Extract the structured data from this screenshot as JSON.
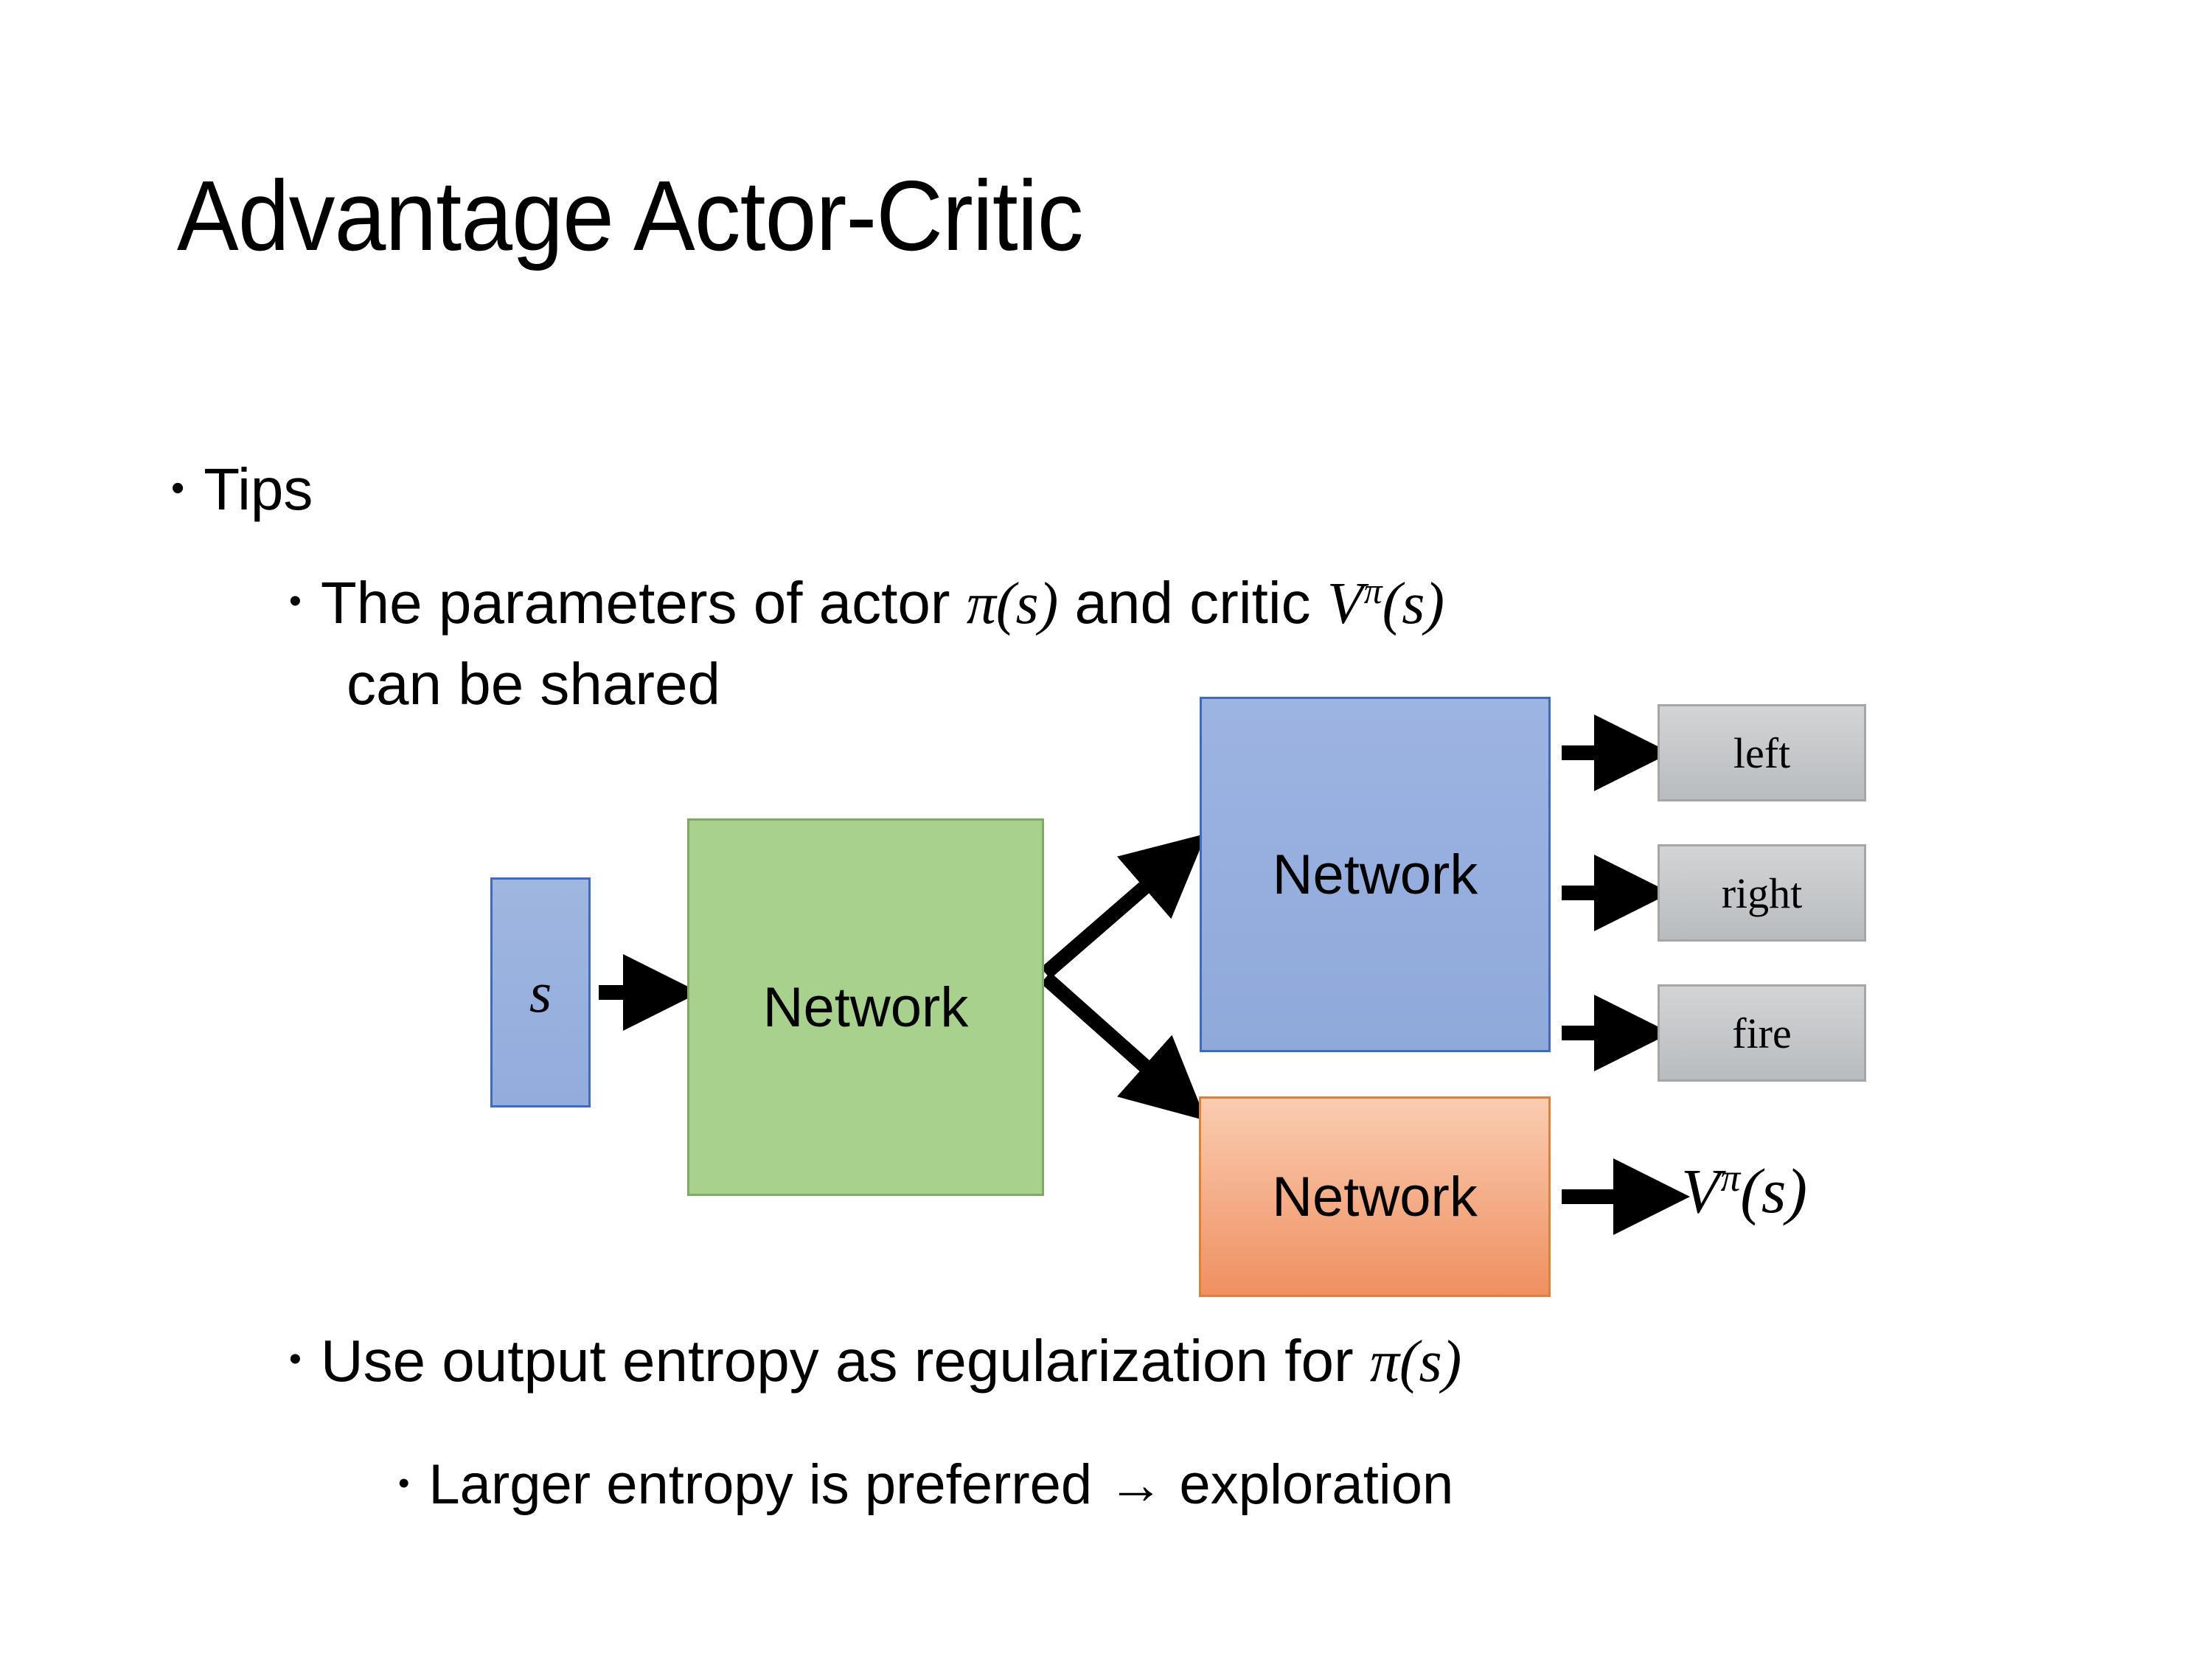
{
  "slide": {
    "title": "Advantage Actor-Critic"
  },
  "bullets": {
    "tips": {
      "marker": "•",
      "text": "Tips"
    },
    "parameters": {
      "marker": "•",
      "text_part1": "The parameters of actor ",
      "math_pi": "π(s)",
      "text_part2": "  and critic ",
      "math_v_base": "V",
      "math_v_sup": "π",
      "math_v_arg": "(s)",
      "line2": "can be shared"
    },
    "entropy": {
      "marker": "•",
      "text_part1": "Use output entropy as regularization for ",
      "math_pi": "π(s)"
    },
    "larger": {
      "marker": "•",
      "text": "Larger entropy is preferred → exploration"
    }
  },
  "diagram": {
    "state_node": {
      "label": "s",
      "fill": "#95AEDC",
      "border": "#3F6BBF"
    },
    "shared_network": {
      "label": "Network",
      "fill": "#A9D18E",
      "border": "#7FAA63"
    },
    "actor_network": {
      "label": "Network",
      "fill": "#95AEDC",
      "border": "#3F6BBF"
    },
    "critic_network": {
      "label": "Network",
      "fill": "#F4A97F",
      "border": "#E08038"
    },
    "actions": [
      {
        "label": "left"
      },
      {
        "label": "right"
      },
      {
        "label": "fire"
      }
    ],
    "value_output": {
      "base": "V",
      "sup": "π",
      "arg": "(s)"
    },
    "arrow_color": "#000000"
  }
}
